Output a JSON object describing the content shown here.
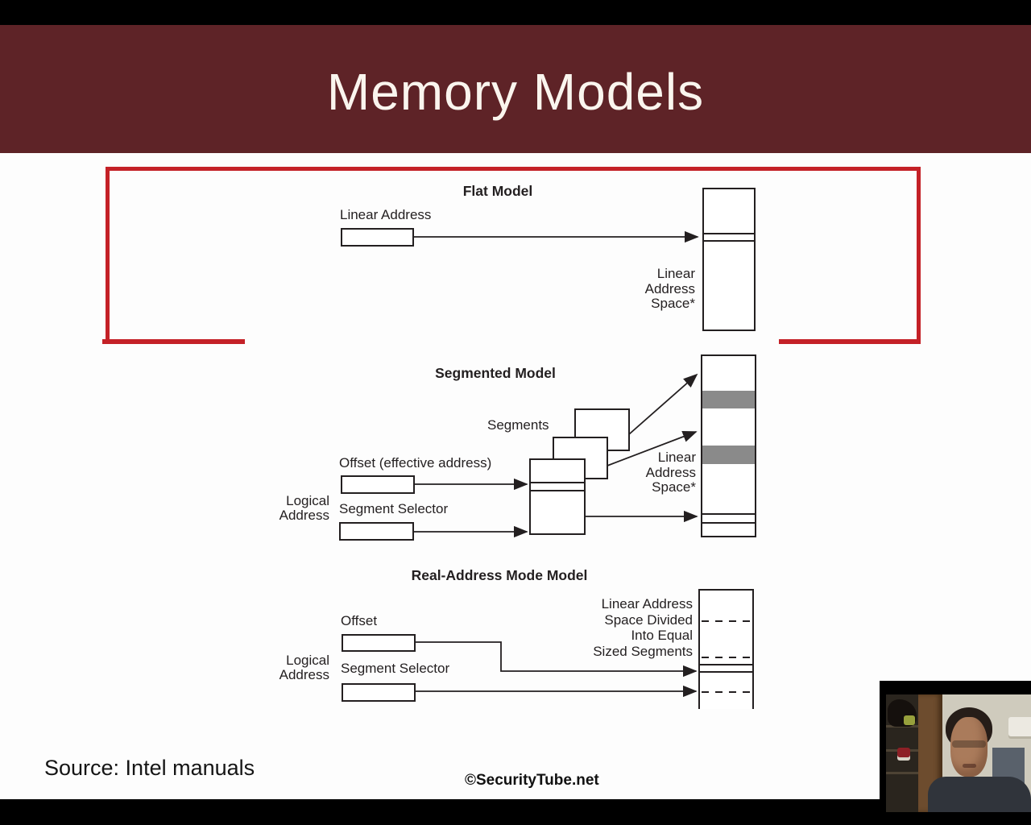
{
  "header": {
    "title": "Memory Models"
  },
  "colors": {
    "header_bg": "#5e2327",
    "highlight_box": "#c42127",
    "diagram_ink": "#231f20",
    "segment_band_gray": "#8a8a8a"
  },
  "flat_model": {
    "title": "Flat Model",
    "address_label": "Linear Address",
    "space_label": [
      "Linear",
      "Address",
      "Space*"
    ]
  },
  "segmented_model": {
    "title": "Segmented Model",
    "segments_label": "Segments",
    "offset_label": "Offset (effective address)",
    "logical_label": [
      "Logical",
      "Address"
    ],
    "selector_label": "Segment Selector",
    "space_label": [
      "Linear",
      "Address",
      "Space*"
    ]
  },
  "real_mode_model": {
    "title": "Real-Address Mode Model",
    "offset_label": "Offset",
    "logical_label": [
      "Logical",
      "Address"
    ],
    "selector_label": "Segment Selector",
    "space_label": [
      "Linear Address",
      "Space Divided",
      "Into Equal",
      "Sized Segments"
    ]
  },
  "footer": {
    "source": "Source: Intel manuals",
    "watermark": "©SecurityTube.net"
  }
}
